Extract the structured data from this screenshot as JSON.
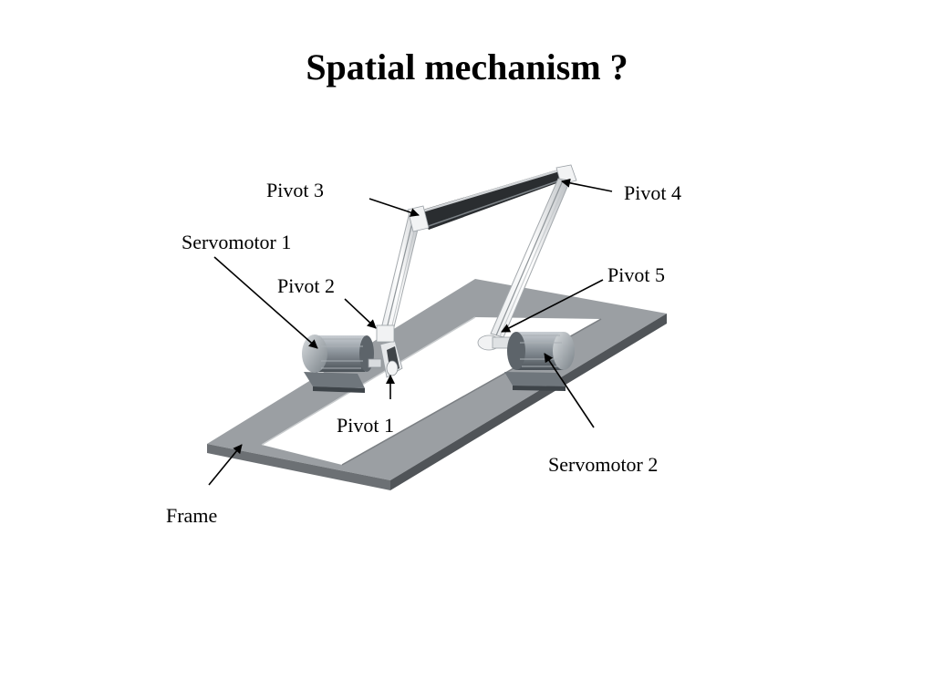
{
  "title": "Spatial mechanism ?",
  "labels": {
    "pivot_1": "Pivot 1",
    "pivot_2": "Pivot 2",
    "pivot_3": "Pivot 3",
    "pivot_4": "Pivot 4",
    "pivot_5": "Pivot 5",
    "servomotor_1": "Servomotor 1",
    "servomotor_2": "Servomotor 2",
    "frame": "Frame"
  }
}
